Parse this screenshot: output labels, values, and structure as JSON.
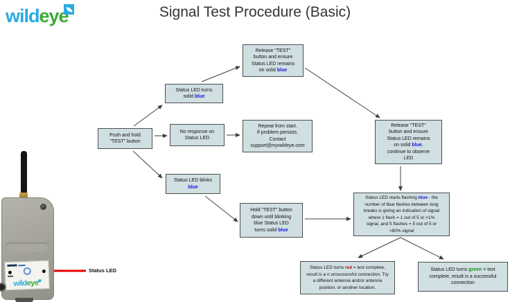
{
  "colors": {
    "blue": "#1515e0",
    "red": "#d40000",
    "green": "#1e8c1e",
    "logo_blue": "#29abe2",
    "logo_green": "#3aaa35",
    "box_fill": "#d0dfe2",
    "arrow": "#3f3f3f",
    "red_arrow": "#e60000"
  },
  "header": {
    "logo_part1": "wild",
    "logo_part2": "eye",
    "title": "Signal Test Procedure (Basic)"
  },
  "device": {
    "callout_label": "Status LED",
    "label_logo_part1": "wild",
    "label_logo_part2": "eye"
  },
  "flowchart": {
    "boxes": [
      {
        "id": "release-test-top",
        "lines": [
          [
            {
              "t": "Release \"TEST\""
            }
          ],
          [
            {
              "t": "button and ensure"
            }
          ],
          [
            {
              "t": "Status LED remains"
            }
          ],
          [
            {
              "t": "on solid "
            },
            {
              "t": "blue",
              "c": "blue"
            }
          ]
        ]
      },
      {
        "id": "status-led-solid-blue",
        "lines": [
          [
            {
              "t": "Status LED turns"
            }
          ],
          [
            {
              "t": "solid "
            },
            {
              "t": "blue",
              "c": "blue"
            }
          ]
        ]
      },
      {
        "id": "push-and-hold-test",
        "lines": [
          [
            {
              "t": "Push and hold"
            }
          ],
          [
            {
              "t": "\"TEST\" button"
            }
          ]
        ]
      },
      {
        "id": "no-response",
        "lines": [
          [
            {
              "t": "No response on"
            }
          ],
          [
            {
              "t": "Status LED"
            }
          ]
        ]
      },
      {
        "id": "repeat-from-start",
        "lines": [
          [
            {
              "t": "Repeat from start."
            }
          ],
          [
            {
              "t": "If problem persists."
            }
          ],
          [
            {
              "t": "Contact"
            }
          ],
          [
            {
              "t": "support@mywildeye.com",
              "i": true
            }
          ]
        ]
      },
      {
        "id": "status-led-blinks-blue",
        "lines": [
          [
            {
              "t": "Status LED blinks"
            }
          ],
          [
            {
              "t": "blue",
              "c": "blue"
            }
          ]
        ]
      },
      {
        "id": "hold-test-until-solid",
        "lines": [
          [
            {
              "t": "Hold \"TEST\" button"
            }
          ],
          [
            {
              "t": "down until blinking"
            }
          ],
          [
            {
              "t": "blue Status LED"
            }
          ],
          [
            {
              "t": "turns solid "
            },
            {
              "t": "blue",
              "c": "blue"
            }
          ]
        ]
      },
      {
        "id": "release-test-observe",
        "lines": [
          [
            {
              "t": "Release \"TEST\""
            }
          ],
          [
            {
              "t": "button and ensure"
            }
          ],
          [
            {
              "t": "Status LED remains"
            }
          ],
          [
            {
              "t": "on solid "
            },
            {
              "t": "blue",
              "c": "blue"
            },
            {
              "t": ","
            }
          ],
          [
            {
              "t": "continue to observe"
            }
          ],
          [
            {
              "t": "LED"
            }
          ]
        ]
      },
      {
        "id": "flashing-signal-indication",
        "lines": [
          [
            {
              "t": "Status LED starts flashing "
            },
            {
              "t": "blue",
              "c": "blue"
            },
            {
              "t": " - the"
            }
          ],
          [
            {
              "t": "number of blue flashes between long"
            }
          ],
          [
            {
              "t": "breaks is giving an indication of signal"
            }
          ],
          [
            {
              "t": "where 1 flash = 1 out of 5 or <1%"
            }
          ],
          [
            {
              "t": "signal, and 5 flashes = 5 out of 5 or"
            }
          ],
          [
            {
              "t": ">80% signal"
            }
          ]
        ]
      },
      {
        "id": "result-red-unsuccessful",
        "lines": [
          [
            {
              "t": "Status LED turns "
            },
            {
              "t": "red",
              "c": "red"
            },
            {
              "t": " = test complete,"
            }
          ],
          [
            {
              "t": "result is a n unsuccessful connection. Try"
            }
          ],
          [
            {
              "t": "a different antenna and/or antenna"
            }
          ],
          [
            {
              "t": "position, or another location."
            }
          ]
        ]
      },
      {
        "id": "result-green-successful",
        "lines": [
          [
            {
              "t": "Status LED turns "
            },
            {
              "t": "green",
              "c": "green"
            },
            {
              "t": " = test"
            }
          ],
          [
            {
              "t": "complete, result is a successful"
            }
          ],
          [
            {
              "t": "connection"
            }
          ]
        ]
      }
    ],
    "connections": [
      {
        "from": "push-and-hold-test",
        "to": "status-led-solid-blue"
      },
      {
        "from": "push-and-hold-test",
        "to": "no-response"
      },
      {
        "from": "push-and-hold-test",
        "to": "status-led-blinks-blue"
      },
      {
        "from": "status-led-solid-blue",
        "to": "release-test-top"
      },
      {
        "from": "no-response",
        "to": "repeat-from-start"
      },
      {
        "from": "release-test-top",
        "to": "release-test-observe"
      },
      {
        "from": "status-led-blinks-blue",
        "to": "hold-test-until-solid"
      },
      {
        "from": "release-test-observe",
        "to": "flashing-signal-indication"
      },
      {
        "from": "hold-test-until-solid",
        "to": "flashing-signal-indication"
      },
      {
        "from": "flashing-signal-indication",
        "to": "result-red-unsuccessful"
      },
      {
        "from": "flashing-signal-indication",
        "to": "result-green-successful"
      }
    ]
  }
}
